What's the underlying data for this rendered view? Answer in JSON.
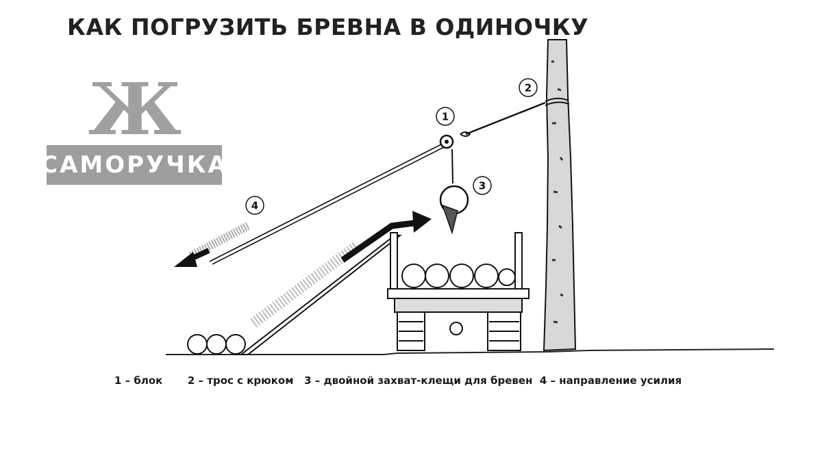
{
  "title": "КАК ПОГРУЗИТЬ БРЕВНА В ОДИНОЧКУ",
  "logo": {
    "letter": "Ж",
    "text": "САМОРУЧКА"
  },
  "markers": [
    "1",
    "2",
    "3",
    "4"
  ],
  "caption": "1 – блок       2 – трос с крюком   3 – двойной захват-клещи для бревен  4 – направление усилия",
  "colors": {
    "ink": "#1a1a1a",
    "logo": "#9a9a9a"
  }
}
